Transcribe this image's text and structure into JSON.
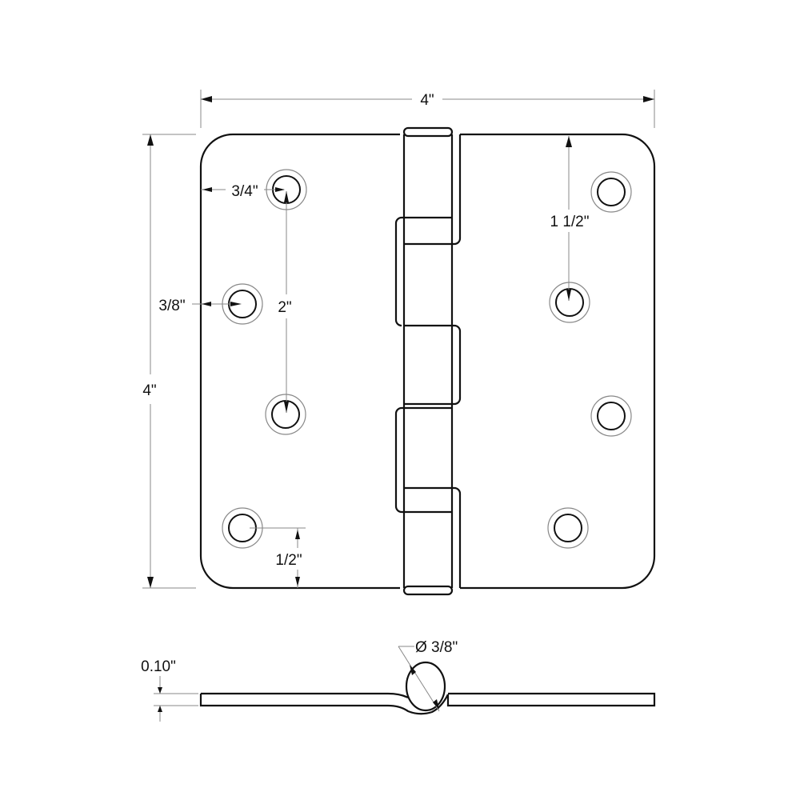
{
  "dimensions": {
    "overall_width": "4\"",
    "overall_height": "4\"",
    "edge_to_top_hole": "3/4\"",
    "edge_to_side_hole": "3/8\"",
    "hole_spacing_left": "2\"",
    "hole_spacing_right": "1 1/2\"",
    "bottom_hole_offset": "1/2\"",
    "pin_diameter": "Ø 3/8\"",
    "leaf_thickness": "0.10\""
  },
  "colors": {
    "line": "#111111",
    "dimension_line": "#888888"
  }
}
